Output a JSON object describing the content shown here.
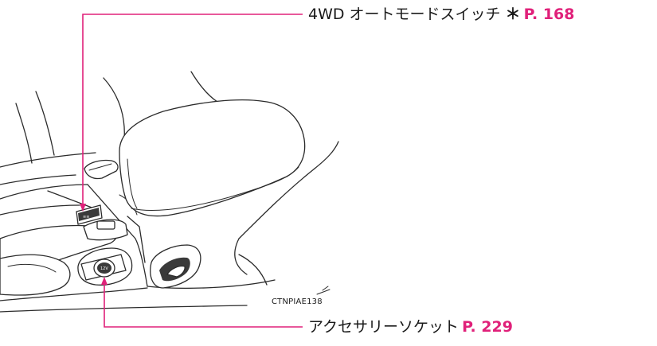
{
  "callouts": {
    "four_wd_switch": {
      "label": "4WD オートモードスイッチ",
      "asterisk": "＊",
      "page_ref": "P. 168"
    },
    "accessory_socket": {
      "label": "アクセサリーソケット",
      "page_ref": "P. 229"
    }
  },
  "illustration_code": "CTNPIAE138",
  "colors": {
    "leader_line": "#e0217a",
    "page_ref": "#e0217a",
    "text": "#1a1a1a",
    "line_art": "#2b2b2b"
  },
  "icons": {
    "four_wd_switch": "4wd-switch-icon",
    "accessory_socket": "power-socket-icon"
  }
}
